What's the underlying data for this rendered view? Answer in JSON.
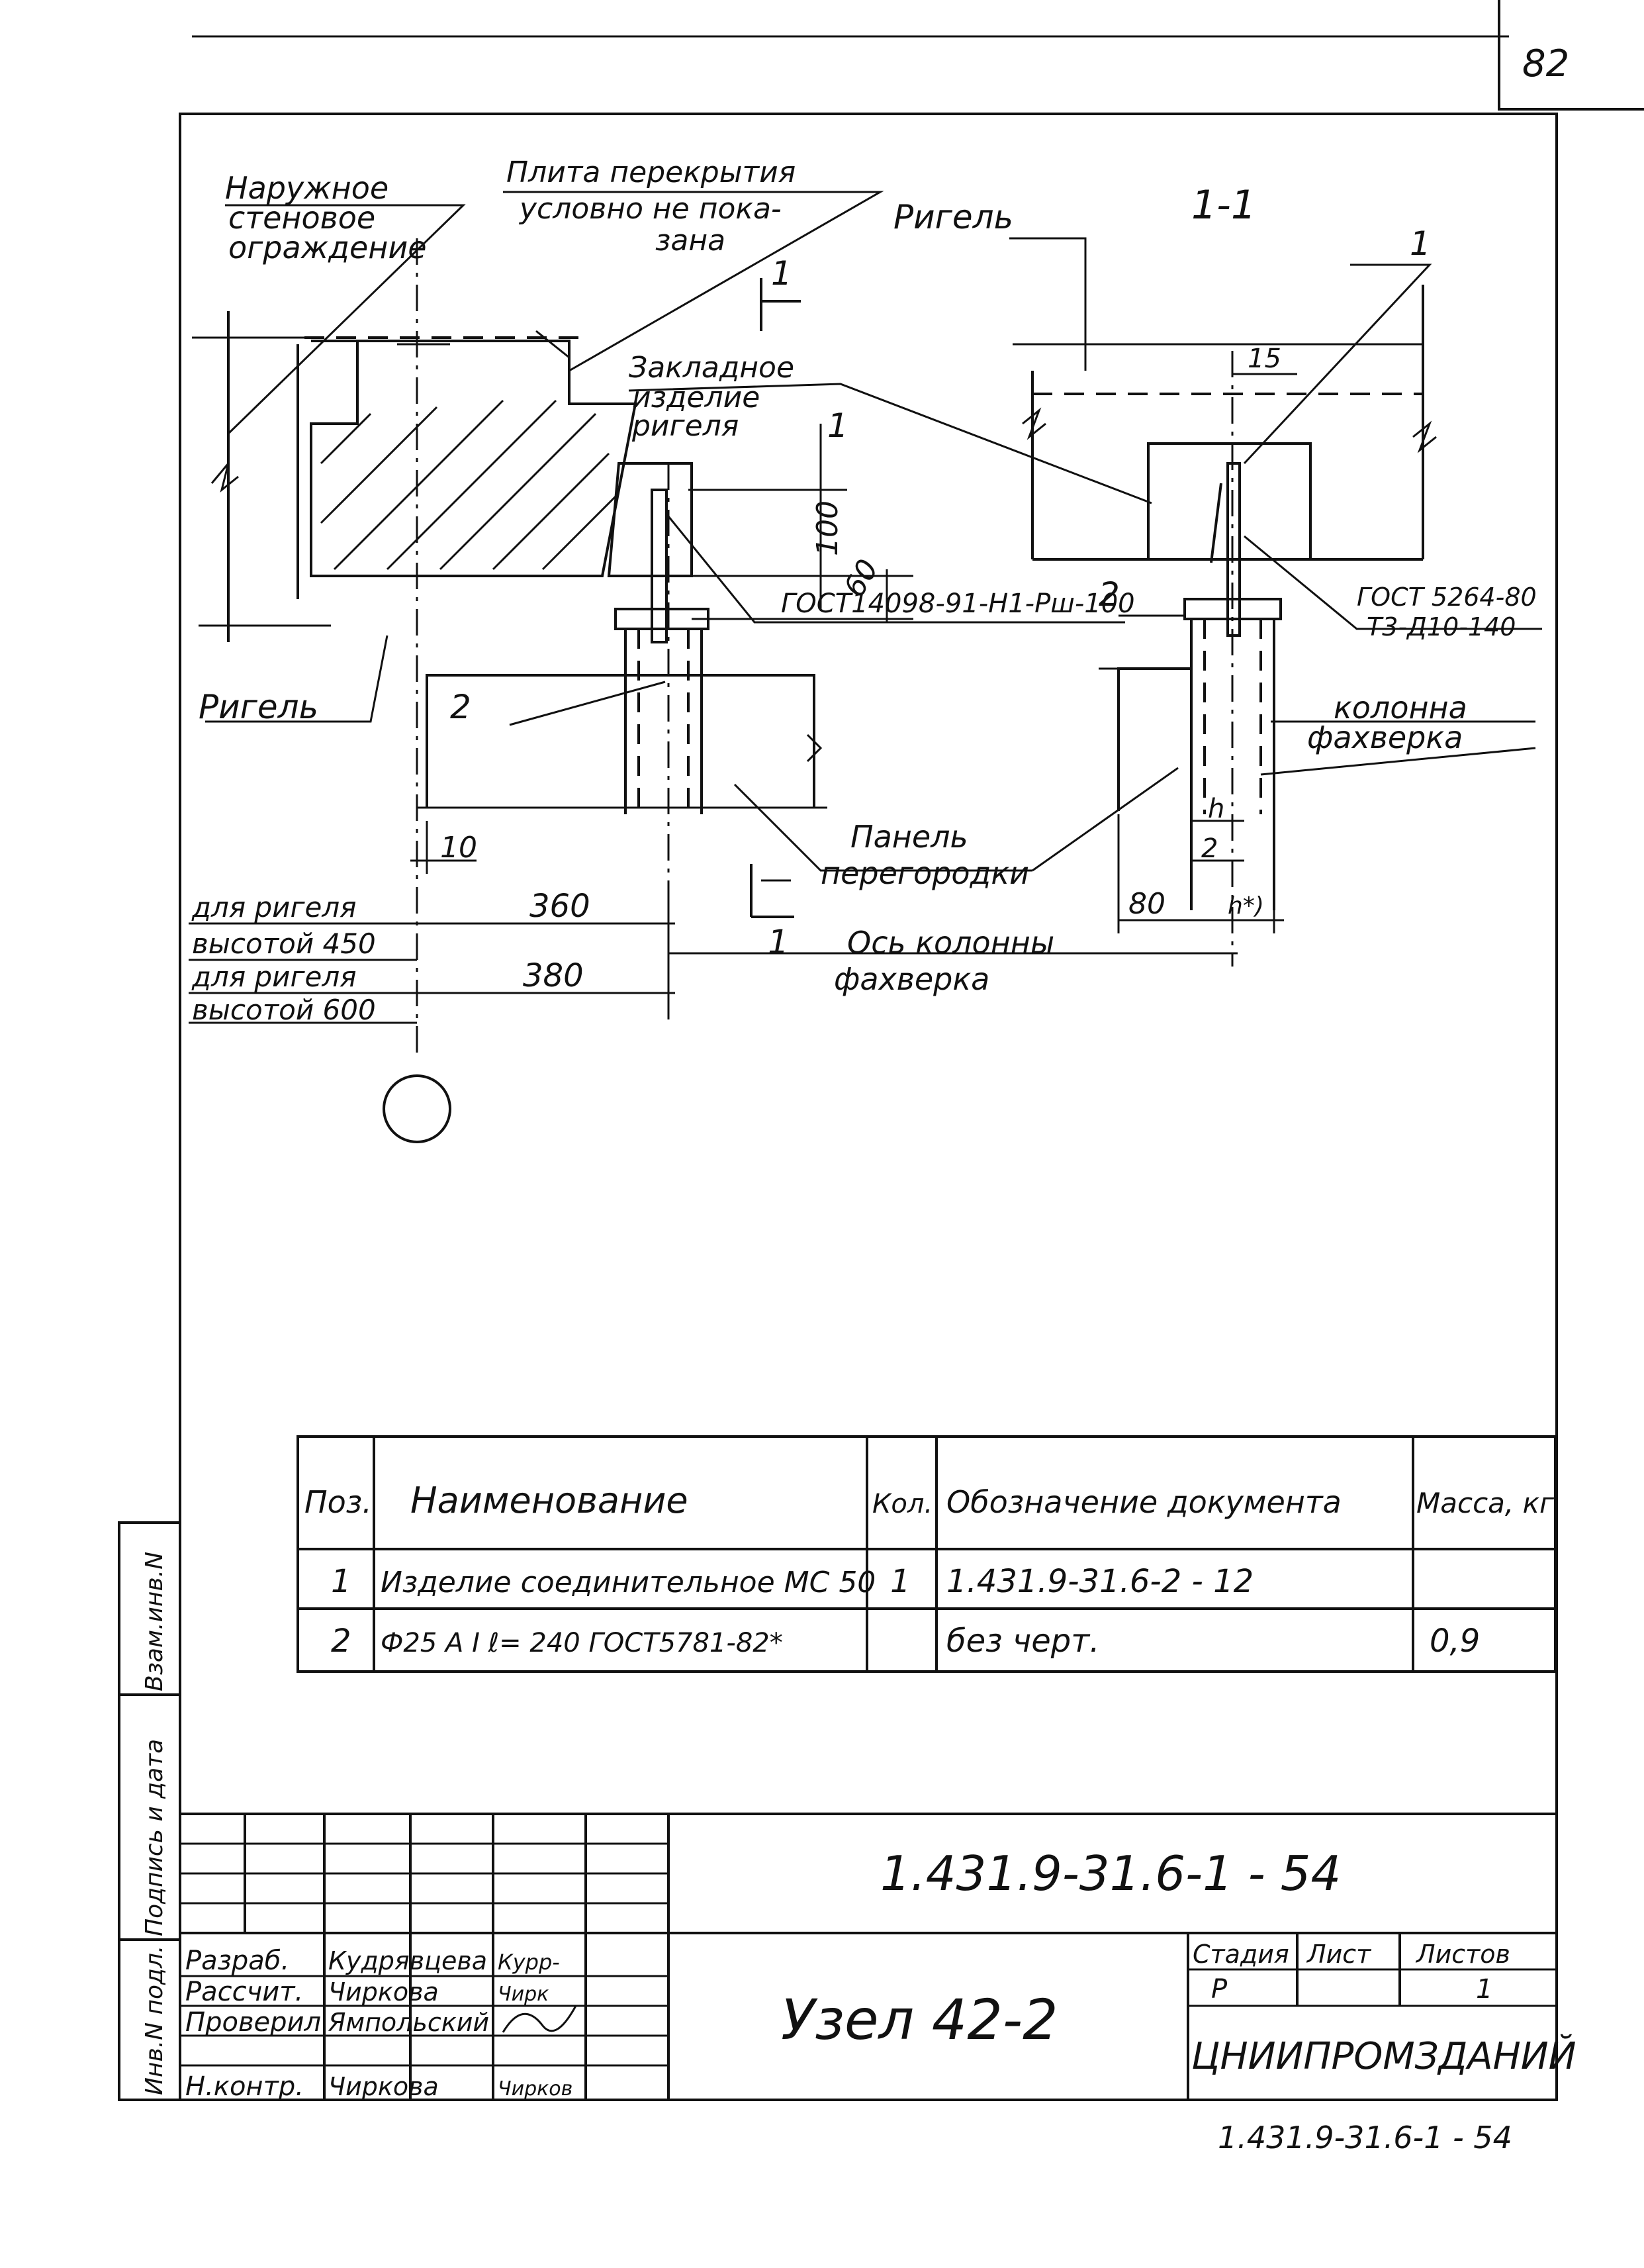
{
  "sheet_no": "82",
  "stamp": "1.431.9-31.6-1 - 54",
  "view": {
    "section_mark": "1-1",
    "cut_mark": "1",
    "circle_mark": ""
  },
  "labels": {
    "outer_wall": [
      "Наружное",
      "стеновое",
      "ограждение"
    ],
    "slab": [
      "Плита перекрытия",
      "условно не пока-",
      "зана"
    ],
    "embedded": [
      "Закладное",
      "изделие",
      "ригеля"
    ],
    "rigel_left": "Ригель",
    "rigel_right": "Ригель",
    "panel": [
      "Панель",
      "перегородки"
    ],
    "column": [
      "колонна",
      "фахверка"
    ],
    "axis": [
      "Ось колонны",
      "фахверка"
    ],
    "gost_weld": "ГОСТ14098-91-Н1-Рш-100",
    "gost_right": [
      "ГОСТ 5264-80",
      "Т3-Д10-140"
    ],
    "pos1_left": "1",
    "pos2_left": "2",
    "pos1_right": "1",
    "pos2_right": "2",
    "pos1_axis": "1",
    "row1": [
      "для ригеля",
      "высотой 450"
    ],
    "row2": [
      "для ригеля",
      "высотой 600"
    ]
  },
  "dims": {
    "d15": "15",
    "d100": "100",
    "d60": "60",
    "d10": "10",
    "d360": "360",
    "d380": "380",
    "d80": "80",
    "h": "h",
    "h2": "2",
    "hstar": "h*)"
  },
  "spec": {
    "headers": [
      "Поз.",
      "Наименование",
      "Кол.",
      "Обозначение документа",
      "Масса, кг"
    ],
    "rows": [
      [
        "1",
        "Изделие соединительное МС 50",
        "1",
        "1.431.9-31.6-2 - 12",
        ""
      ],
      [
        "2",
        "Ф25 А I  ℓ= 240 ГОСТ5781-82*",
        "",
        "без черт.",
        "0,9"
      ]
    ]
  },
  "title_block": {
    "doc_code": "1.431.9-31.6-1 - 54",
    "title": "Узел 42-2",
    "roles": [
      "Разраб.",
      "Рассчит.",
      "Проверил",
      "Н.контр."
    ],
    "names": [
      "Кудрявцева",
      "Чиркова",
      "Ямпольский",
      "Чиркова"
    ],
    "signatures": [
      "Курр-",
      "Чирк",
      "",
      "Чирков"
    ],
    "stage_headers": [
      "Стадия",
      "Лист",
      "Листов"
    ],
    "stage_values": [
      "Р",
      "",
      "1"
    ],
    "org": "ЦНИИПРОМЗДАНИЙ"
  },
  "side_strip": [
    "Инв.N подл.",
    "Подпись и дата",
    "Взам.инв.N"
  ]
}
